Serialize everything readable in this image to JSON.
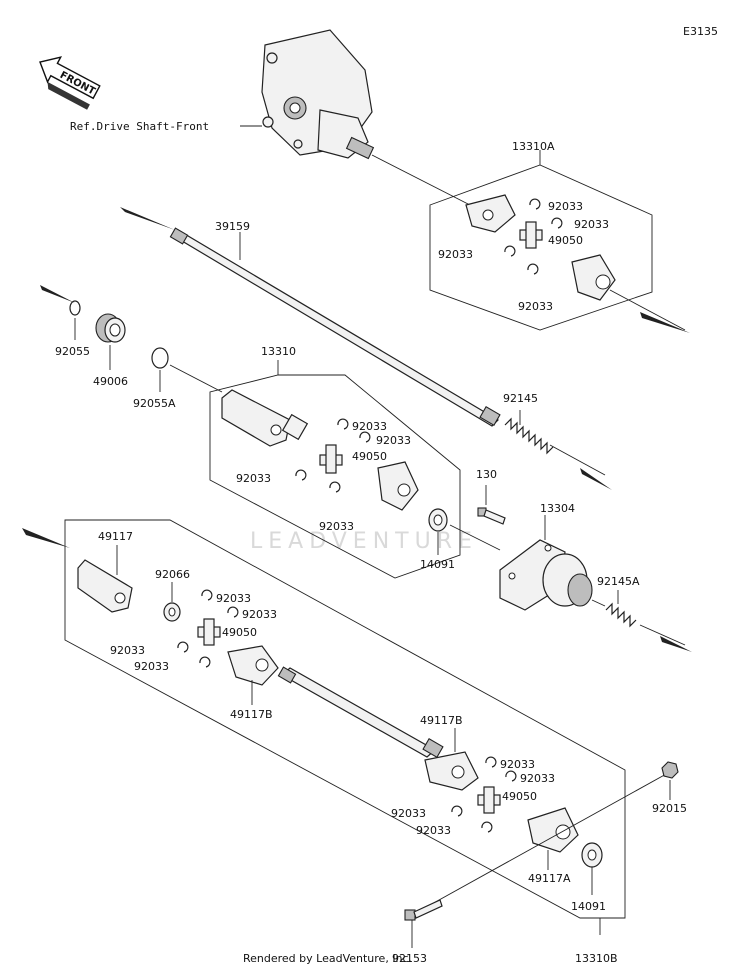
{
  "diagram_code": "E3135",
  "front_label": "FRONT",
  "reference_label": "Ref.Drive Shaft-Front",
  "footer_text": "Rendered by LeadVenture, Inc.",
  "watermark": "LEADVENTURE",
  "labels": [
    {
      "text": "13310A"
    },
    {
      "text": "92033"
    },
    {
      "text": "92033"
    },
    {
      "text": "49050"
    },
    {
      "text": "92033"
    },
    {
      "text": "92033"
    },
    {
      "text": "39159"
    },
    {
      "text": "92055"
    },
    {
      "text": "49006"
    },
    {
      "text": "92055A"
    },
    {
      "text": "13310"
    },
    {
      "text": "92033"
    },
    {
      "text": "92033"
    },
    {
      "text": "49050"
    },
    {
      "text": "92033"
    },
    {
      "text": "92033"
    },
    {
      "text": "92145"
    },
    {
      "text": "130"
    },
    {
      "text": "13304"
    },
    {
      "text": "14091"
    },
    {
      "text": "92145A"
    },
    {
      "text": "49117"
    },
    {
      "text": "92066"
    },
    {
      "text": "92033"
    },
    {
      "text": "92033"
    },
    {
      "text": "49050"
    },
    {
      "text": "92033"
    },
    {
      "text": "92033"
    },
    {
      "text": "49117B"
    },
    {
      "text": "49117B"
    },
    {
      "text": "92033"
    },
    {
      "text": "92033"
    },
    {
      "text": "49050"
    },
    {
      "text": "92033"
    },
    {
      "text": "92033"
    },
    {
      "text": "92015"
    },
    {
      "text": "49117A"
    },
    {
      "text": "14091"
    },
    {
      "text": "92153"
    },
    {
      "text": "13310B"
    }
  ]
}
